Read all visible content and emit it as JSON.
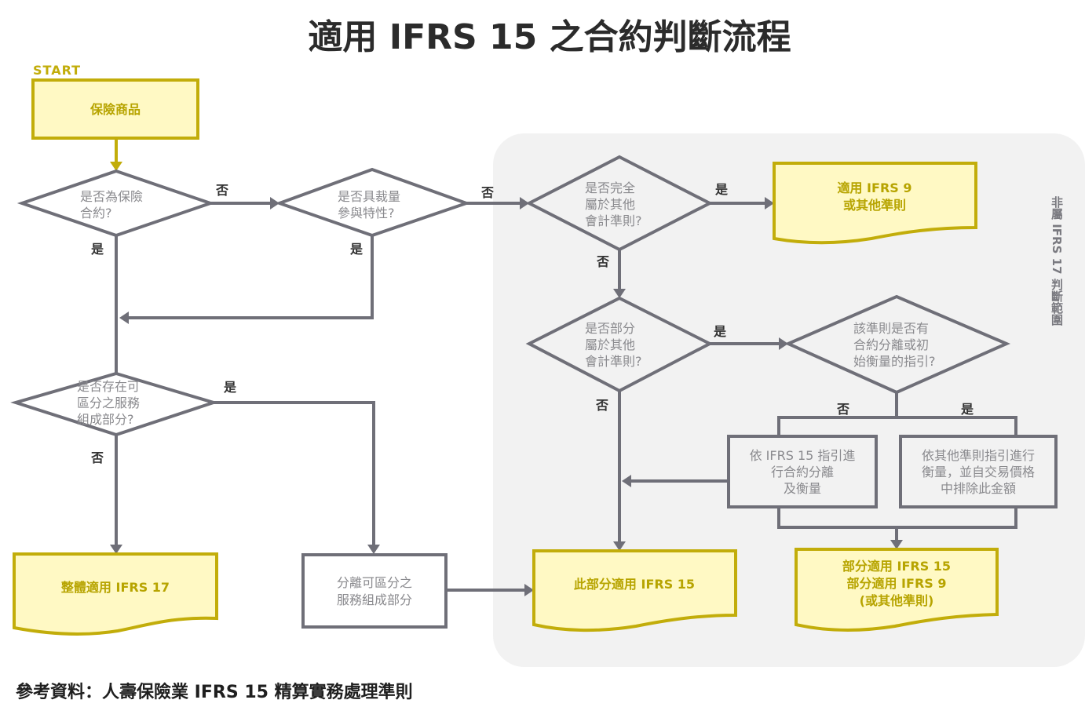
{
  "title": "適用 IFRS 15 之合約判斷流程",
  "start_label": "START",
  "region_label": "非屬 IFRS 17 判斷範圍",
  "source_note": "參考資料：人壽保險業 IFRS 15 精算實務處理準則",
  "colors": {
    "accent_yellow": "#c2ad0a",
    "doc_fill": "#fff9c4",
    "line_grey": "#6f6f78",
    "region_fill": "#f2f2f2"
  },
  "nodes": {
    "start_box": {
      "lines": [
        "保險商品"
      ]
    },
    "d_insurance": {
      "lines": [
        "是否為保險",
        "合約?"
      ]
    },
    "d_discretionary": {
      "lines": [
        "是否具裁量",
        "參與特性?"
      ]
    },
    "d_distinct": {
      "lines": [
        "是否存在可",
        "區分之服務",
        "組成部分?"
      ]
    },
    "d_fully_other": {
      "lines": [
        "是否完全",
        "屬於其他",
        "會計準則?"
      ]
    },
    "d_partly_other": {
      "lines": [
        "是否部分",
        "屬於其他",
        "會計準則?"
      ]
    },
    "d_guidance": {
      "lines": [
        "該準則是否有",
        "合約分離或初",
        "始衡量的指引?"
      ]
    },
    "r_ifrs9": {
      "lines": [
        "適用 IFRS 9",
        "或其他準則"
      ]
    },
    "r_ifrs17": {
      "lines": [
        "整體適用 IFRS 17"
      ]
    },
    "p_separate": {
      "lines": [
        "分離可區分之",
        "服務組成部分"
      ]
    },
    "r_part_ifrs15": {
      "lines": [
        "此部分適用 IFRS 15"
      ]
    },
    "p_ifrs15_sep": {
      "lines": [
        "依 IFRS 15 指引進",
        "行合約分離",
        "及衡量"
      ]
    },
    "p_other_measure": {
      "lines": [
        "依其他準則指引進行",
        "衡量，並自交易價格",
        "中排除此金額"
      ]
    },
    "r_mixed": {
      "lines": [
        "部分適用 IFRS 15",
        "部分適用 IFRS 9",
        "(或其他準則)"
      ]
    }
  },
  "edge_labels": {
    "insurance_no": "否",
    "insurance_yes": "是",
    "discretionary_no": "否",
    "discretionary_yes": "是",
    "distinct_yes": "是",
    "distinct_no": "否",
    "fully_yes": "是",
    "fully_no": "否",
    "partly_yes": "是",
    "partly_no": "否",
    "guidance_no": "否",
    "guidance_yes": "是"
  }
}
